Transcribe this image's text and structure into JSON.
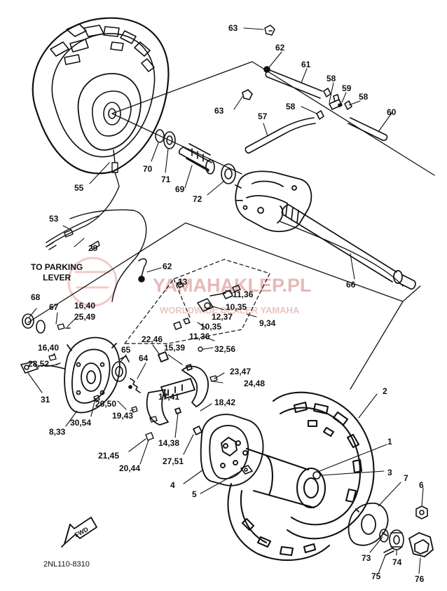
{
  "callouts": [
    {
      "id": "c63a",
      "text": "63"
    },
    {
      "id": "c62a",
      "text": "62"
    },
    {
      "id": "c61",
      "text": "61"
    },
    {
      "id": "c58a",
      "text": "58"
    },
    {
      "id": "c59",
      "text": "59"
    },
    {
      "id": "c58b",
      "text": "58"
    },
    {
      "id": "c58c",
      "text": "58"
    },
    {
      "id": "c60",
      "text": "60"
    },
    {
      "id": "c63b",
      "text": "63"
    },
    {
      "id": "c57",
      "text": "57"
    },
    {
      "id": "c70",
      "text": "70"
    },
    {
      "id": "c71",
      "text": "71"
    },
    {
      "id": "c69",
      "text": "69"
    },
    {
      "id": "c72",
      "text": "72"
    },
    {
      "id": "c55",
      "text": "55"
    },
    {
      "id": "c53",
      "text": "53"
    },
    {
      "id": "c29",
      "text": "29"
    },
    {
      "id": "c62b",
      "text": "62"
    },
    {
      "id": "c66",
      "text": "66"
    },
    {
      "id": "c13",
      "text": "13"
    },
    {
      "id": "c1136a",
      "text": "11,36"
    },
    {
      "id": "c1035a",
      "text": "10,35"
    },
    {
      "id": "c1237",
      "text": "12,37"
    },
    {
      "id": "c934",
      "text": "9,34"
    },
    {
      "id": "c1035b",
      "text": "10,35"
    },
    {
      "id": "c1136b",
      "text": "11,36"
    },
    {
      "id": "c68",
      "text": "68"
    },
    {
      "id": "c67",
      "text": "67"
    },
    {
      "id": "c1640a",
      "text": "16,40"
    },
    {
      "id": "c2549",
      "text": "25,49"
    },
    {
      "id": "c2246",
      "text": "22,46"
    },
    {
      "id": "c1539",
      "text": "15,39"
    },
    {
      "id": "c3256",
      "text": "32,56"
    },
    {
      "id": "c1640b",
      "text": "16,40"
    },
    {
      "id": "c65",
      "text": "65"
    },
    {
      "id": "c2852",
      "text": "28,52"
    },
    {
      "id": "c64",
      "text": "64"
    },
    {
      "id": "c2347",
      "text": "23,47"
    },
    {
      "id": "c2448",
      "text": "24,48"
    },
    {
      "id": "c31",
      "text": "31"
    },
    {
      "id": "c1741",
      "text": "17,41"
    },
    {
      "id": "c2",
      "text": "2"
    },
    {
      "id": "c2650",
      "text": "26,50"
    },
    {
      "id": "c1842",
      "text": "18,42"
    },
    {
      "id": "c3054",
      "text": "30,54"
    },
    {
      "id": "c1943",
      "text": "19,43"
    },
    {
      "id": "c833",
      "text": "8,33"
    },
    {
      "id": "c1438",
      "text": "14,38"
    },
    {
      "id": "c1",
      "text": "1"
    },
    {
      "id": "c2145",
      "text": "21,45"
    },
    {
      "id": "c2751",
      "text": "27,51"
    },
    {
      "id": "c3",
      "text": "3"
    },
    {
      "id": "c2044",
      "text": "20,44"
    },
    {
      "id": "c7",
      "text": "7"
    },
    {
      "id": "c4",
      "text": "4"
    },
    {
      "id": "c6",
      "text": "6"
    },
    {
      "id": "c5",
      "text": "5"
    },
    {
      "id": "c73",
      "text": "73"
    },
    {
      "id": "c74",
      "text": "74"
    },
    {
      "id": "c75",
      "text": "75"
    },
    {
      "id": "c76",
      "text": "76"
    }
  ],
  "parking_note": {
    "line1": "TO PARKING",
    "line2": "LEVER"
  },
  "fwd_label": "FWD",
  "diagram_code": "2NL110-8310",
  "watermark": {
    "main": "YAMAHAKLEP.PL",
    "sub": "WORLDWIDE DEALER YAMAHA"
  },
  "colors": {
    "ink": "#111111",
    "watermark": "#e7b8b8",
    "watermark_logo": "#f1c9c9",
    "background": "#ffffff"
  }
}
